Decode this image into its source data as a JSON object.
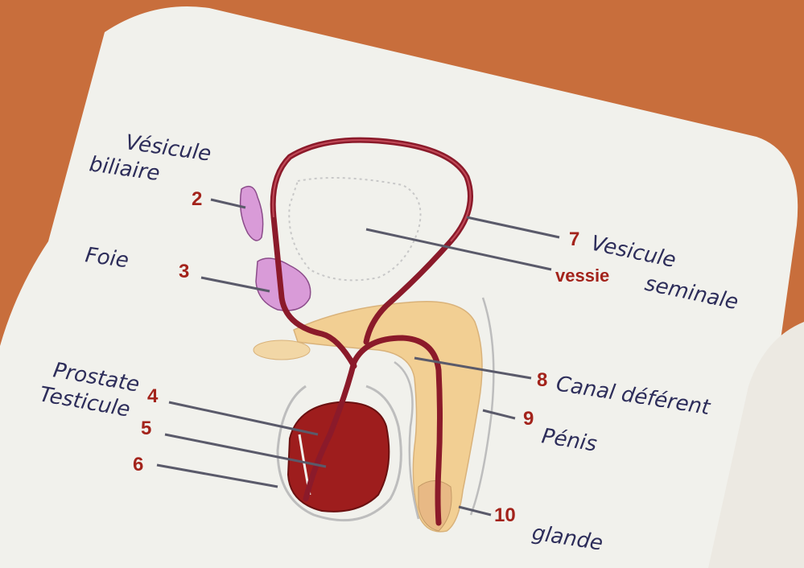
{
  "numbers": {
    "n2": "2",
    "n3": "3",
    "n4": "4",
    "n5": "5",
    "n6": "6",
    "n7": "7",
    "n8": "8",
    "n9": "9",
    "n10": "10"
  },
  "printed_labels": {
    "vessie": "vessie"
  },
  "handwritten": {
    "vesicule_biliaire_1": "Vésicule",
    "vesicule_biliaire_2": "biliaire",
    "foie": "Foie",
    "prostate": "Prostate",
    "testicule": "Testicule",
    "vesicule_seminale_1": "Vesicule",
    "vesicule_seminale_2": "seminale",
    "canal_deferent": "Canal déférent",
    "penis": "Pénis",
    "glande": "glande"
  },
  "colors": {
    "background": "#c86e3c",
    "paper": "#f1f1ec",
    "vas_deferens": "#8b1a2a",
    "testis": "#9e1d1d",
    "penis_tissue": "#f2cf93",
    "gland_pink": "#d99bd8",
    "number_red": "#a3231b",
    "ink_blue": "#2d2d5a"
  }
}
